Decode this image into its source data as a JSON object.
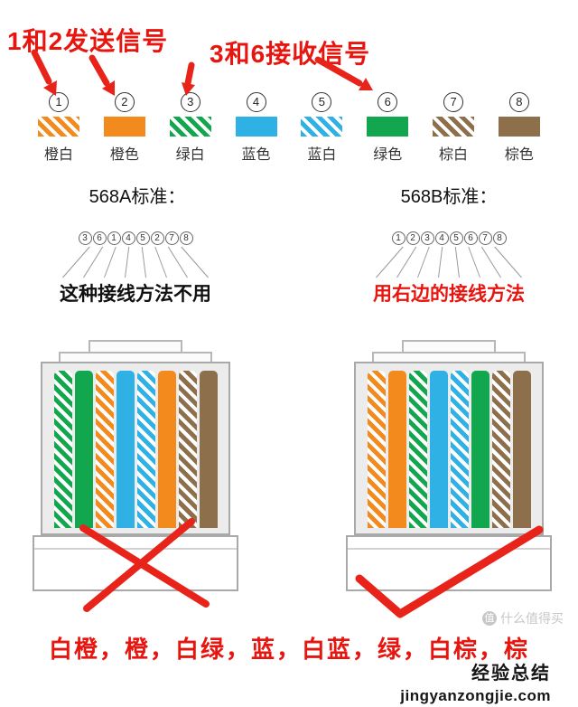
{
  "annotations": {
    "top_left": "1和2发送信号",
    "top_right": "3和6接收信号",
    "bottom_note": "白橙，橙，白绿，蓝，白蓝，绿，白棕，棕"
  },
  "legend": {
    "wires": [
      {
        "number": 1,
        "label": "橙白",
        "pattern": "striped",
        "color": "#f28a1d"
      },
      {
        "number": 2,
        "label": "橙色",
        "pattern": "solid",
        "color": "#f28a1d"
      },
      {
        "number": 3,
        "label": "绿白",
        "pattern": "striped",
        "color": "#12a64e"
      },
      {
        "number": 4,
        "label": "蓝色",
        "pattern": "solid",
        "color": "#2fb1e5"
      },
      {
        "number": 5,
        "label": "蓝白",
        "pattern": "striped",
        "color": "#2fb1e5"
      },
      {
        "number": 6,
        "label": "绿色",
        "pattern": "solid",
        "color": "#12a64e"
      },
      {
        "number": 7,
        "label": "棕白",
        "pattern": "striped",
        "color": "#8e6f4b"
      },
      {
        "number": 8,
        "label": "棕色",
        "pattern": "solid",
        "color": "#8e6f4b"
      }
    ]
  },
  "standards": {
    "left_label": "568A标准：",
    "right_label": "568B标准："
  },
  "connectors": {
    "left": {
      "order": [
        3,
        6,
        1,
        4,
        5,
        2,
        7,
        8
      ],
      "caption": "这种接线方法不用",
      "mark": "cross"
    },
    "right": {
      "order": [
        1,
        2,
        3,
        4,
        5,
        6,
        7,
        8
      ],
      "caption": "用右边的接线方法",
      "mark": "check"
    }
  },
  "watermark": {
    "faint_badge": "值",
    "faint_text": "什么值得买",
    "site_name": "经验总结",
    "site_url": "jingyanzongjie.com"
  },
  "colors": {
    "annotation_red": "#e8150f",
    "mark_red": "#e8241a"
  }
}
